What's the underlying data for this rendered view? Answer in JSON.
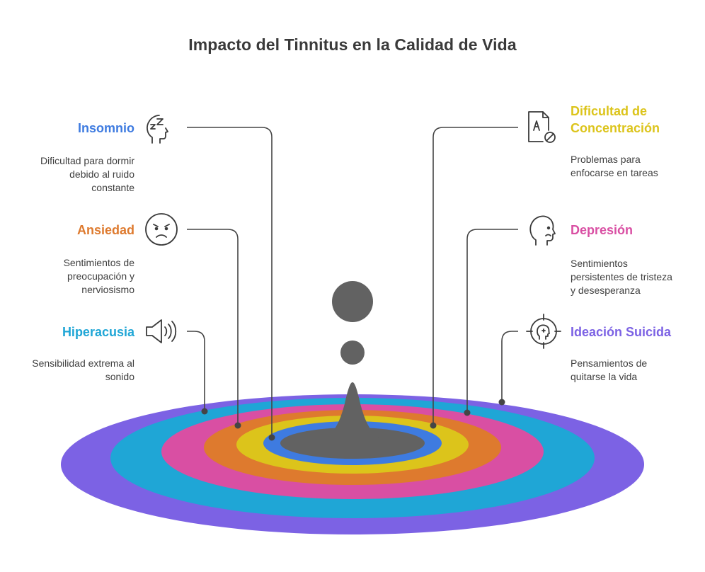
{
  "title": "Impacto del Tinnitus en la Calidad de Vida",
  "colors": {
    "insomnio": "#3e7be0",
    "ansiedad": "#de7a2e",
    "hiperacusia": "#1fa6d6",
    "concentracion": "#dcc41b",
    "depresion": "#d94fa3",
    "ideacion": "#7c62e4",
    "drop": "#626262",
    "line": "#454545"
  },
  "items": {
    "insomnio": {
      "label": "Insomnio",
      "desc": [
        "Dificultad para dormir",
        "debido al ruido",
        "constante"
      ],
      "icon": "sleep-zzz-icon"
    },
    "ansiedad": {
      "label": "Ansiedad",
      "desc": [
        "Sentimientos de",
        "preocupación y",
        "nerviosismo"
      ],
      "icon": "worried-face-icon"
    },
    "hiperacusia": {
      "label": "Hiperacusia",
      "desc": [
        "Sensibilidad extrema al",
        "sonido"
      ],
      "icon": "speaker-loud-icon"
    },
    "concentracion": {
      "label_lines": [
        "Dificultad de",
        "Concentración"
      ],
      "desc": [
        "Problemas para",
        "enfocarse en tareas"
      ],
      "icon": "document-blocked-icon"
    },
    "depresion": {
      "label": "Depresión",
      "desc": [
        "Sentimientos",
        "persistentes de tristeza",
        "y desesperanza"
      ],
      "icon": "sad-head-icon"
    },
    "ideacion": {
      "label": "Ideación Suicida",
      "desc": [
        "Pensamientos de",
        "quitarse la vida"
      ],
      "icon": "head-target-icon"
    }
  }
}
